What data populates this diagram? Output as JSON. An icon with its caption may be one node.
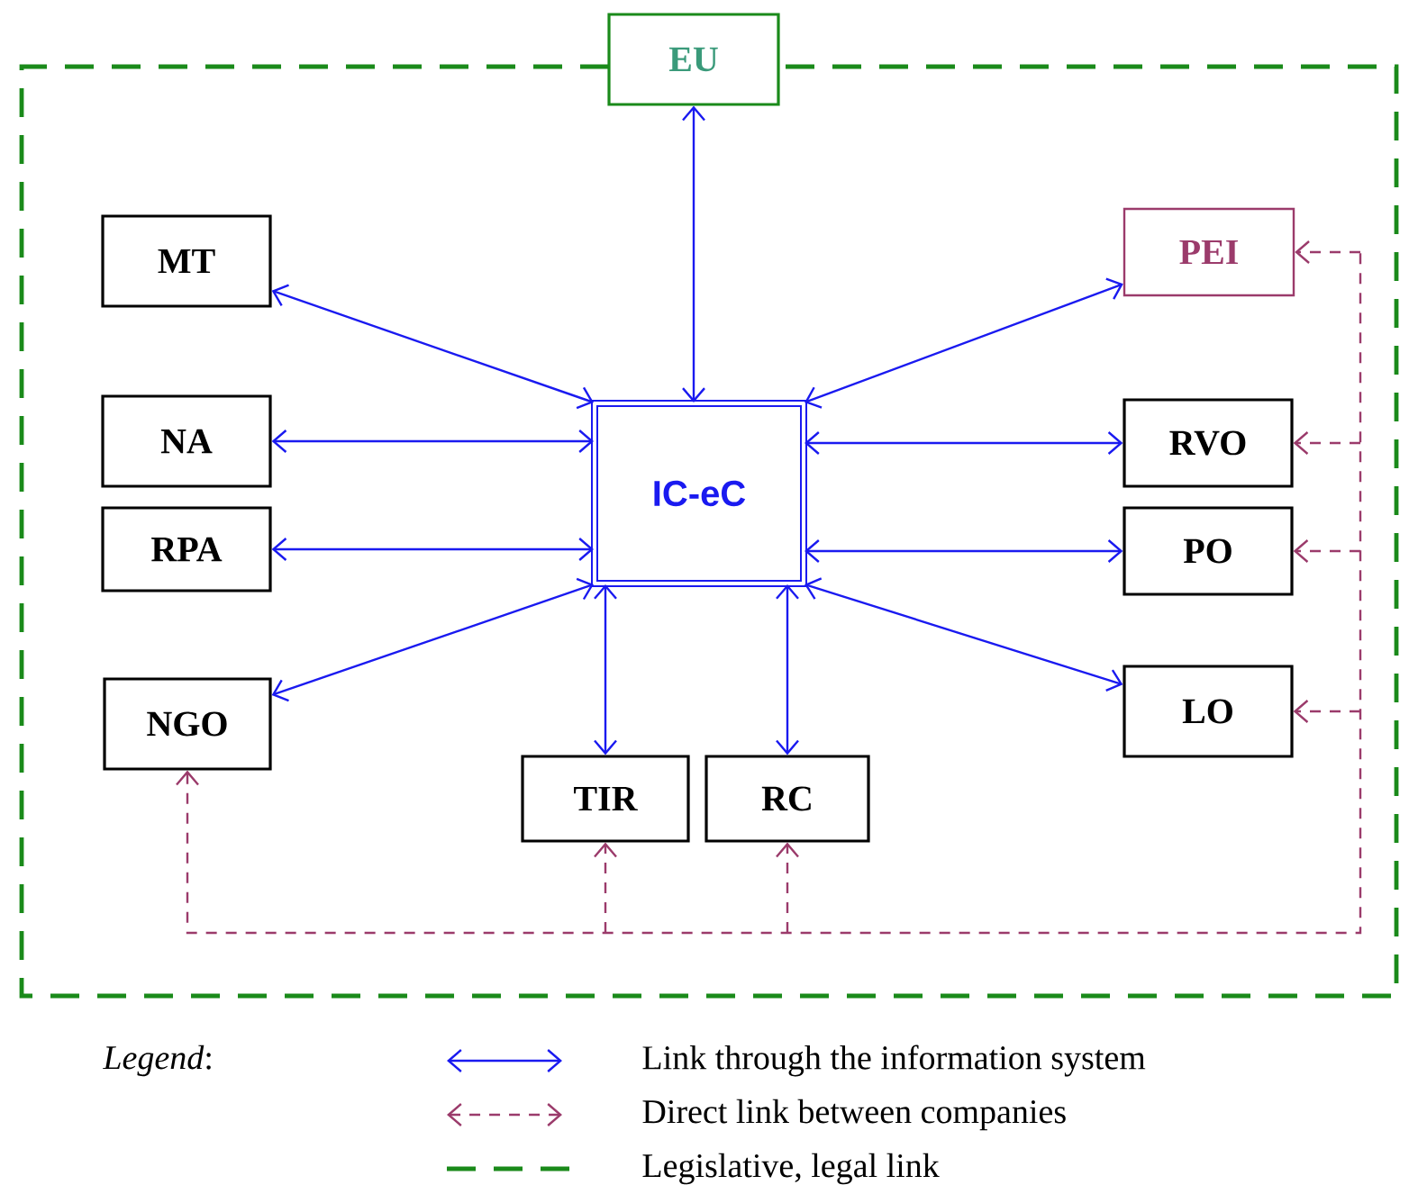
{
  "diagram": {
    "nodes": [
      {
        "text": [
          "EU"
        ]
      },
      {
        "text": [
          "MT"
        ]
      },
      {
        "text": [
          "PEI"
        ]
      },
      {
        "text": [
          "NA"
        ]
      },
      {
        "text": [
          "IC-eC"
        ]
      },
      {
        "text": [
          "RVO"
        ]
      },
      {
        "text": [
          "RPA"
        ]
      },
      {
        "text": [
          "PO"
        ]
      },
      {
        "text": [
          "NGO"
        ]
      },
      {
        "text": [
          "LO"
        ]
      },
      {
        "text": [
          "TIR"
        ]
      },
      {
        "text": [
          "RC"
        ]
      }
    ],
    "edges": [
      {
        "from": 4,
        "to": 0,
        "arrow": "both"
      },
      {
        "from": 4,
        "to": 1,
        "arrow": "both"
      },
      {
        "from": 4,
        "to": 2,
        "arrow": "both"
      },
      {
        "from": 4,
        "to": 3,
        "arrow": "both"
      },
      {
        "from": 4,
        "to": 5,
        "arrow": "both"
      },
      {
        "from": 4,
        "to": 6,
        "arrow": "both"
      },
      {
        "from": 4,
        "to": 7,
        "arrow": "both"
      },
      {
        "from": 4,
        "to": 8,
        "arrow": "both"
      },
      {
        "from": 4,
        "to": 9,
        "arrow": "both"
      },
      {
        "from": 4,
        "to": 10,
        "arrow": "both"
      },
      {
        "from": 4,
        "to": 11,
        "arrow": "both"
      },
      {
        "from": 8,
        "to": 10,
        "arrow": "both",
        "style": "dashed",
        "color": "#9b3b6b"
      },
      {
        "from": 8,
        "to": 11,
        "arrow": "both",
        "style": "dashed",
        "color": "#9b3b6b"
      },
      {
        "from": 8,
        "to": 9,
        "arrow": "both",
        "style": "dashed",
        "color": "#9b3b6b"
      },
      {
        "from": 8,
        "to": 7,
        "arrow": "both",
        "style": "dashed",
        "color": "#9b3b6b"
      },
      {
        "from": 8,
        "to": 5,
        "arrow": "both",
        "style": "dashed",
        "color": "#9b3b6b"
      },
      {
        "from": 8,
        "to": 2,
        "arrow": "both",
        "style": "dashed",
        "color": "#9b3b6b"
      }
    ],
    "labels": [
      "*Legend*:"
    ],
    "legend": [
      {
        "text": "Link through the information system"
      },
      {
        "text": "Direct link between companies"
      },
      {
        "text": "Legislative, legal link"
      }
    ]
  }
}
